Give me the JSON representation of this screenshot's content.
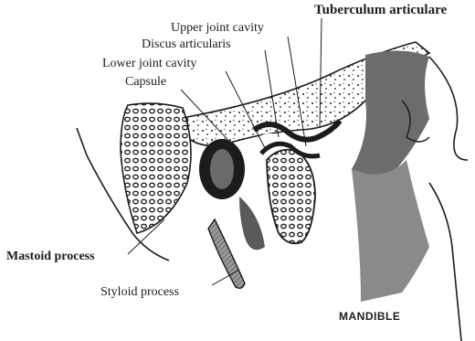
{
  "labels": {
    "tuberculum": "Tuberculum articulare",
    "upper_cavity": "Upper joint cavity",
    "discus": "Discus articularis",
    "lower_cavity": "Lower joint cavity",
    "capsule": "Capsule",
    "mastoid": "Mastoid process",
    "styloid": "Styloid process",
    "mandible": "MANDIBLE"
  },
  "colors": {
    "ink": "#1c1c1c",
    "shade": "#7a7a7a",
    "paper": "#ffffff"
  }
}
